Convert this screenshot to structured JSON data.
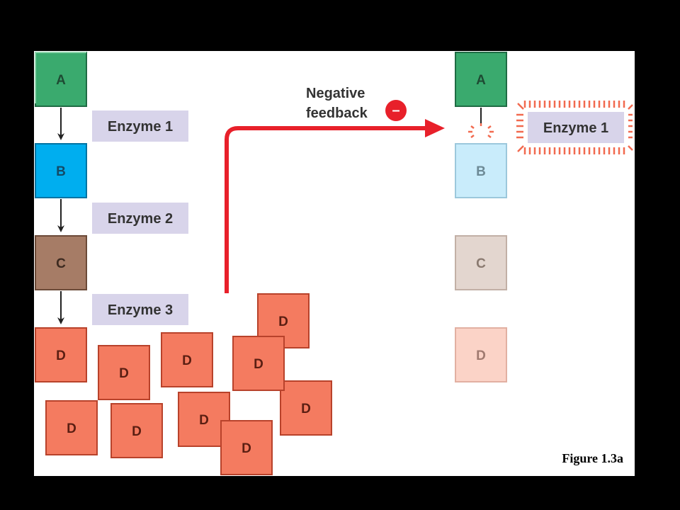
{
  "pathway": {
    "substrates": [
      {
        "label": "A",
        "color": "#3aaa6e"
      },
      {
        "label": "B",
        "color": "#00aeef"
      },
      {
        "label": "C",
        "color": "#a67c66"
      },
      {
        "label": "D",
        "color": "#f47b60"
      }
    ],
    "enzymes": [
      "Enzyme 1",
      "Enzyme 2",
      "Enzyme 3"
    ],
    "product_pile_label": "D",
    "product_pile_count": 10
  },
  "inhibited_pathway": {
    "substrates": [
      {
        "label": "A",
        "color": "#3aaa6e"
      },
      {
        "label": "B",
        "color": "#c9ecfb"
      },
      {
        "label": "C",
        "color": "#e3d6cf"
      },
      {
        "label": "D",
        "color": "#fbd3c7"
      }
    ],
    "inhibited_enzyme": "Enzyme 1"
  },
  "feedback": {
    "line1": "Negative",
    "line2": "feedback",
    "sign": "–",
    "arrow_color": "#e8202a"
  },
  "caption": "Figure 1.3a",
  "colors": {
    "enzyme_bg": "#d8d4ea",
    "burst": "#f26a4f"
  }
}
